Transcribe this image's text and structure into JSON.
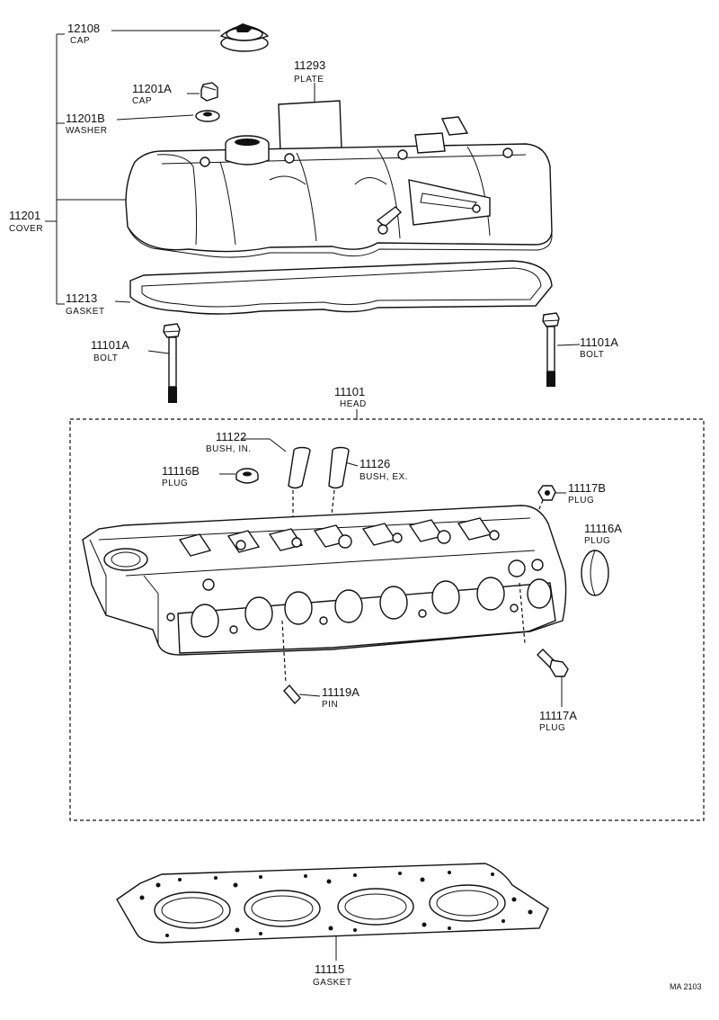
{
  "callouts": {
    "c12108": {
      "number": "12108",
      "name": "CAP"
    },
    "c11201A": {
      "number": "11201A",
      "name": "CAP"
    },
    "c11293": {
      "number": "11293",
      "name": "PLATE"
    },
    "c11201B": {
      "number": "11201B",
      "name": "WASHER"
    },
    "c11201": {
      "number": "11201",
      "name": "COVER"
    },
    "c11213": {
      "number": "11213",
      "name": "GASKET"
    },
    "c11101A_left": {
      "number": "11101A",
      "name": "BOLT"
    },
    "c11101A_right": {
      "number": "11101A",
      "name": "BOLT"
    },
    "c11101": {
      "number": "11101",
      "name": "HEAD"
    },
    "c11122": {
      "number": "11122",
      "name": "BUSH, IN."
    },
    "c11126": {
      "number": "11126",
      "name": "BUSH, EX."
    },
    "c11116B": {
      "number": "11116B",
      "name": "PLUG"
    },
    "c11117B": {
      "number": "11117B",
      "name": "PLUG"
    },
    "c11116A": {
      "number": "11116A",
      "name": "PLUG"
    },
    "c11119A": {
      "number": "11119A",
      "name": "PIN"
    },
    "c11117A": {
      "number": "11117A",
      "name": "PLUG"
    },
    "c11115": {
      "number": "11115",
      "name": "GASKET"
    }
  },
  "figure_ref": "MA 2103"
}
